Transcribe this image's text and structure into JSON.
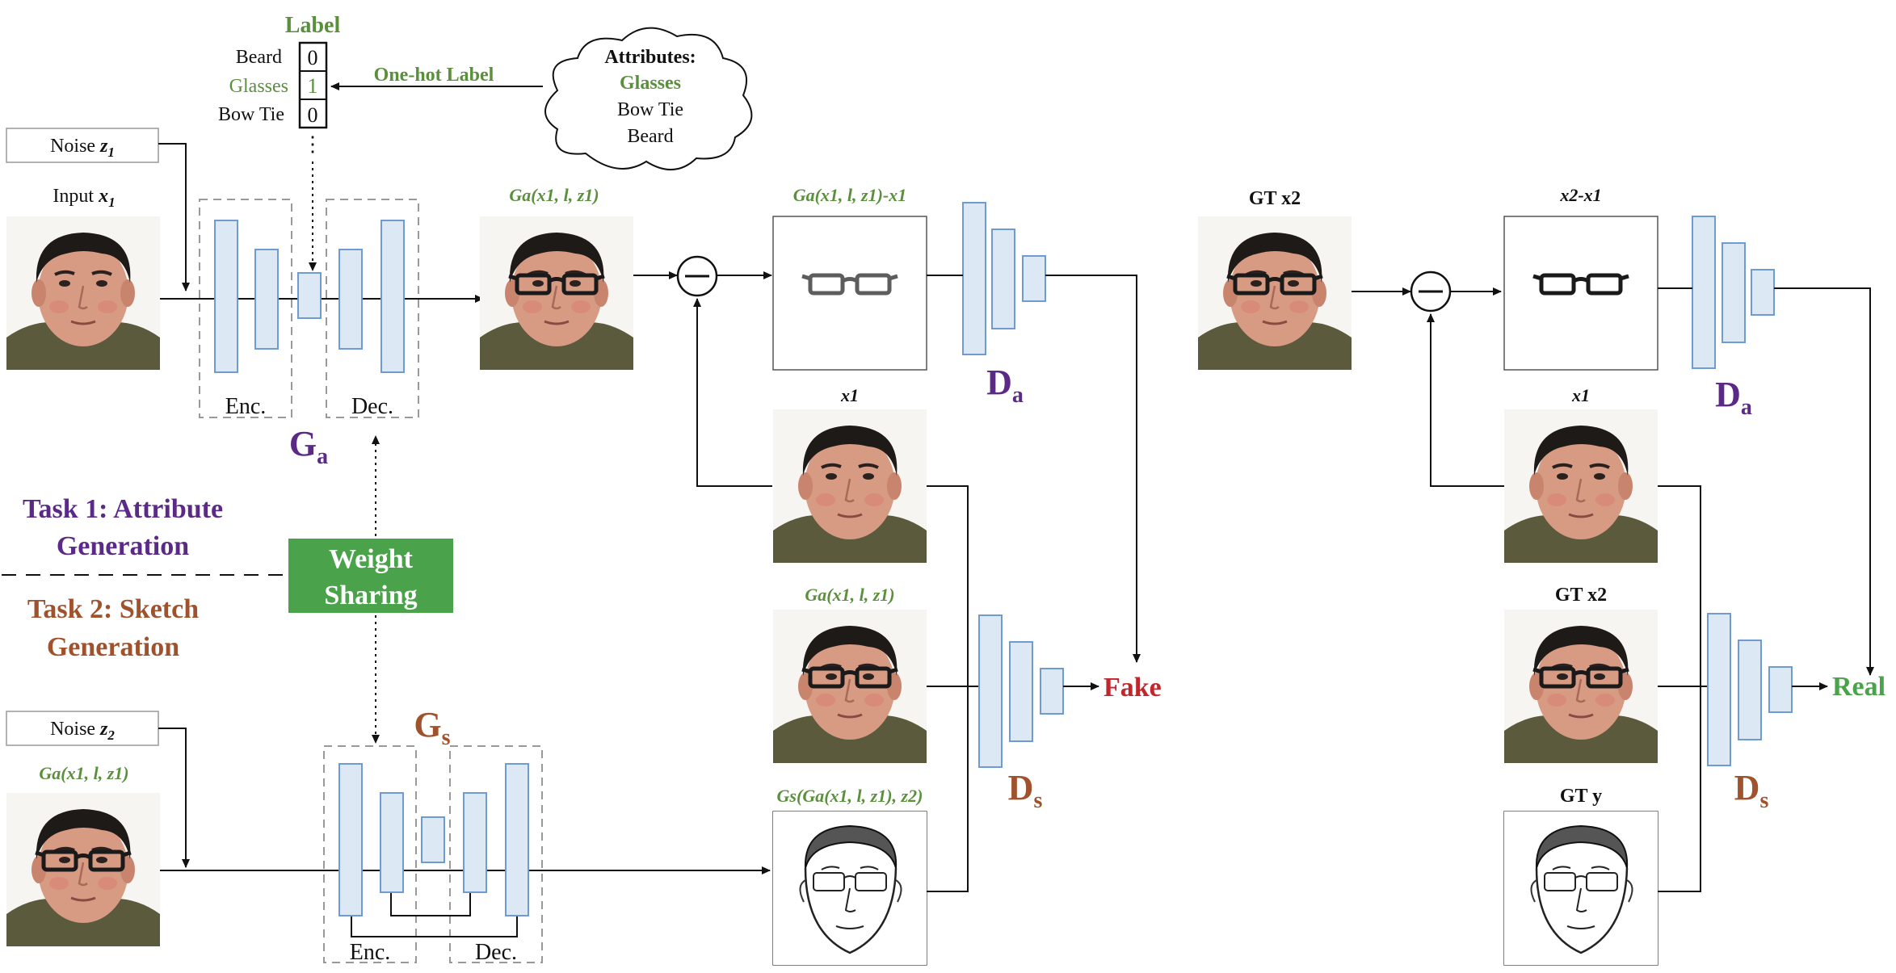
{
  "label_box": {
    "title": "Label",
    "rows": [
      {
        "name": "Beard",
        "value": "0"
      },
      {
        "name": "Glasses",
        "value": "1"
      },
      {
        "name": "Bow Tie",
        "value": "0"
      }
    ],
    "ellipsis": "⋮"
  },
  "attributes_cloud": {
    "title": "Attributes:",
    "items": [
      "Glasses",
      "Bow Tie",
      "Beard"
    ]
  },
  "one_hot_label": "One-hot Label",
  "noise_z1": {
    "text": "Noise ",
    "sym": "z",
    "sub": "1"
  },
  "noise_z2": {
    "text": "Noise ",
    "sym": "z",
    "sub": "2"
  },
  "input_x1": {
    "text": "Input ",
    "sym": "x",
    "sub": "1"
  },
  "enc_label": "Enc.",
  "dec_label": "Dec.",
  "ga_symbol": {
    "main": "G",
    "sub": "a"
  },
  "gs_symbol": {
    "main": "G",
    "sub": "s"
  },
  "da_symbol": {
    "main": "D",
    "sub": "a"
  },
  "ds_symbol": {
    "main": "D",
    "sub": "s"
  },
  "ga_output_caption": "Ga(x1, l, z1)",
  "diff_caption": "Ga(x1, l, z1)-x1",
  "x1_caption": "x1",
  "gs_output_caption": "Gs(Ga(x1, l, z1), z2)",
  "gt_x2_caption": "GT x2",
  "x2_minus_x1_caption": "x2-x1",
  "gt_y_caption": "GT y",
  "task1": [
    "Task 1: Attribute",
    "Generation"
  ],
  "task2": [
    "Task 2: Sketch",
    "Generation"
  ],
  "weight_sharing": [
    "Weight",
    "Sharing"
  ],
  "fake_label": "Fake",
  "real_label": "Real",
  "colors": {
    "net_block_fill": "#dce8f4",
    "net_block_stroke": "#6f9bd1",
    "weight_sharing_bg": "#4aa34a",
    "green_text": "#5a8f3c",
    "purple_text": "#5b2a86",
    "brown_text": "#a0522d",
    "red_text": "#c0272d"
  }
}
